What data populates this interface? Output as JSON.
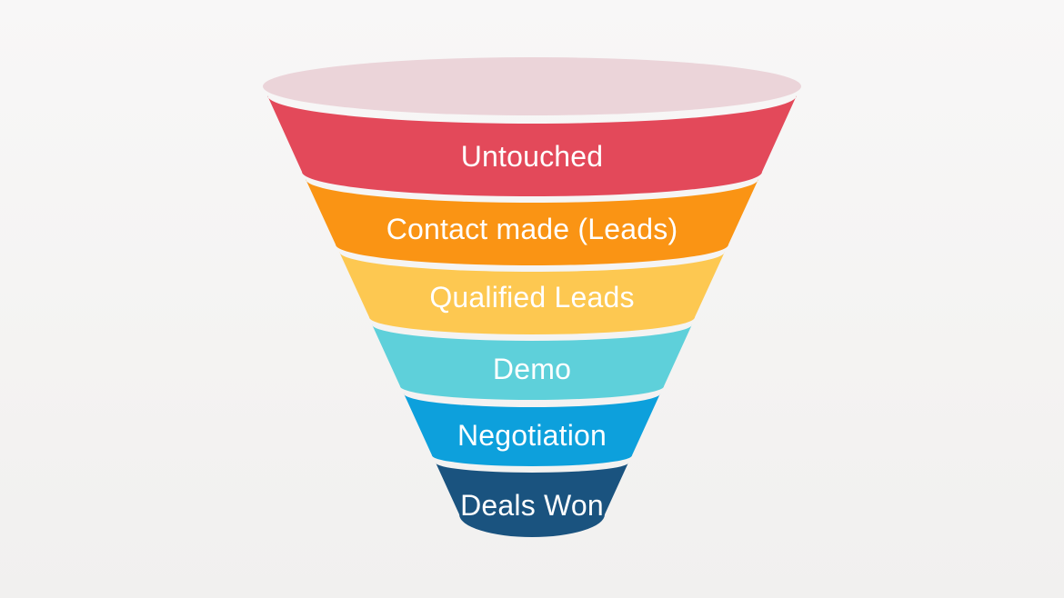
{
  "diagram": {
    "type": "funnel",
    "background_color": "#f6f5f4",
    "separator_color": "#f6f4f3",
    "label_color": "#ffffff",
    "top_opening": {
      "name": "funnel-top-opening",
      "color": "#ebd4d9"
    },
    "stages": [
      {
        "label": "Untouched",
        "color": "#e3495a"
      },
      {
        "label": "Contact made (Leads)",
        "color": "#fa9414"
      },
      {
        "label": "Qualified Leads",
        "color": "#fdc851"
      },
      {
        "label": "Demo",
        "color": "#5ed0da"
      },
      {
        "label": "Negotiation",
        "color": "#0da0dc"
      },
      {
        "label": "Deals Won",
        "color": "#1a537f"
      }
    ]
  }
}
